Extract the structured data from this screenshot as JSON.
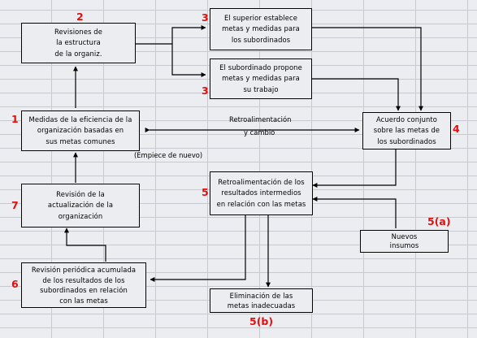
{
  "boxes": {
    "revisiones": [
      "Revisiones de",
      "la estructura",
      "de la organiz."
    ],
    "superior": [
      "El superior establece",
      "metas y medidas para",
      "los subordinados"
    ],
    "subordinado": [
      "El subordinado propone",
      "metas y medidas para",
      "su trabajo"
    ],
    "medidas": [
      "Medidas de la eficiencia de la",
      "organización basadas en",
      "sus metas comunes"
    ],
    "acuerdo": [
      "Acuerdo conjunto",
      "sobre las metas de",
      "los subordinados"
    ],
    "retro_resultados": [
      "Retroalimentación de los",
      "resultados intermedios",
      "en relación con las metas"
    ],
    "revision_org": [
      "Revisión de la",
      "actualización de la",
      "organización"
    ],
    "revision_periodica": [
      "Revisión periódica acumulada",
      "de los resultados de los",
      "subordinados en relación",
      "con las metas"
    ],
    "eliminacion": [
      "Eliminación de las",
      "metas inadecuadas"
    ],
    "nuevos": [
      "Nuevos",
      "insumos"
    ]
  },
  "numbers": {
    "revisiones": "2",
    "superior": "3",
    "subordinado": "3",
    "medidas": "1",
    "acuerdo": "4",
    "retro_resultados": "5",
    "nuevos": "5(a)",
    "revision_org": "7",
    "revision_periodica": "6",
    "eliminacion": "5(b)"
  },
  "labels": {
    "retro_top": "Retroalimentación",
    "retro_bottom": "y cambio",
    "empiece": "(Empiece de nuevo)"
  },
  "colors": {
    "background": "#ecedf1",
    "gridline": "#c9cad1",
    "number": "#e20f0f",
    "line": "#000000"
  }
}
